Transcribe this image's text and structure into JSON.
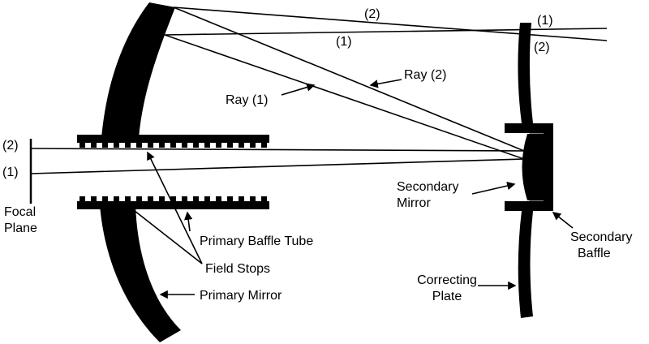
{
  "figure": {
    "background": "#ffffff",
    "ink_color": "#000000"
  },
  "ray_tags": {
    "top_center_2": "(2)",
    "top_center_1": "(1)",
    "right_of_plate_1": "(1)",
    "right_of_plate_2": "(2)",
    "focal_2": "(2)",
    "focal_1": "(1)"
  },
  "ray_names": {
    "ray_1": "Ray (1)",
    "ray_2": "Ray (2)"
  },
  "parts": {
    "focal_plane": [
      "Focal",
      "Plane"
    ],
    "primary_baffle_tube": "Primary Baffle Tube",
    "field_stops": "Field Stops",
    "primary_mirror": "Primary Mirror",
    "secondary_mirror": [
      "Secondary",
      "Mirror"
    ],
    "secondary_baffle": [
      "Secondary",
      "Baffle"
    ],
    "correcting_plate": [
      "Correcting",
      "Plate"
    ]
  }
}
